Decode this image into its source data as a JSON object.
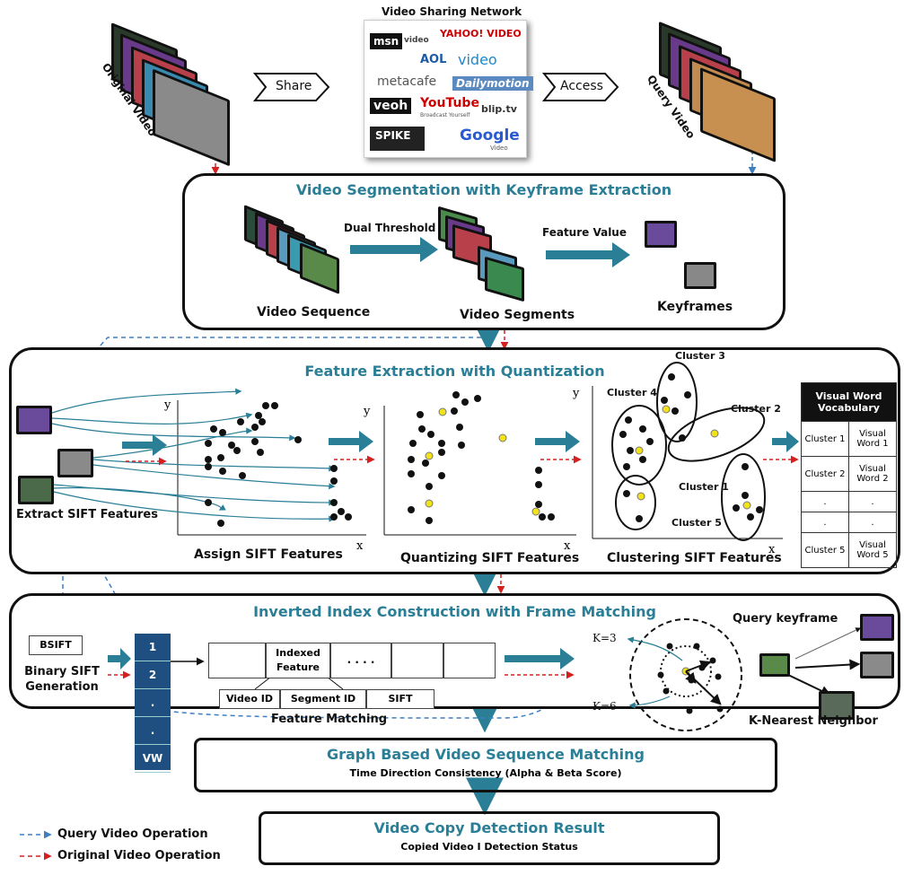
{
  "top": {
    "network_title": "Video Sharing Network",
    "share": "Share",
    "access": "Access",
    "original_video": "Original Video",
    "query_video": "Query Video",
    "brands": [
      "msn",
      "video",
      "YAHOO! VIDEO",
      "AOL",
      "video",
      "metacafe",
      "Dailymotion",
      "veoh",
      "YouTube",
      "Broadcast Yourself",
      "blip.tv",
      "SPIKE",
      "Google",
      "Video"
    ]
  },
  "seg": {
    "title": "Video Segmentation with Keyframe Extraction",
    "dual_threshold": "Dual Threshold",
    "feature_value": "Feature Value",
    "video_sequence": "Video Sequence",
    "video_segments": "Video Segments",
    "keyframes": "Keyframes"
  },
  "feat": {
    "title": "Feature Extraction with Quantization",
    "extract": "Extract SIFT Features",
    "assign": "Assign SIFT Features",
    "quantize": "Quantizing SIFT Features",
    "cluster": "Clustering SIFT Features",
    "y": "y",
    "x": "x",
    "clusters": [
      "Cluster 3",
      "Cluster 4",
      "Cluster 2",
      "Cluster 1",
      "Cluster 5"
    ],
    "vocab_header": "Visual Word Vocabulary",
    "vocab_rows": [
      [
        "Cluster 1",
        "Visual Word 1"
      ],
      [
        "Cluster 2",
        "Visual Word 2"
      ],
      [
        ".",
        "."
      ],
      [
        ".",
        "."
      ],
      [
        "Cluster 5",
        "Visual Word 5"
      ]
    ]
  },
  "index": {
    "title": "Inverted Index Construction with Frame Matching",
    "bsift": "BSIFT",
    "binary_gen": "Binary SIFT Generation",
    "vw_items": [
      "1",
      "2",
      ".",
      ".",
      "VW"
    ],
    "indexed_feature": "Indexed Feature",
    "dots": ". . . .",
    "video_id": "Video ID",
    "segment_id": "Segment ID",
    "sift": "SIFT",
    "feature_matching": "Feature Matching",
    "k3": "K=3",
    "k6": "K=6",
    "query_keyframe": "Query keyframe",
    "knn": "K-Nearest Neighbor"
  },
  "graph": {
    "title": "Graph Based Video Sequence Matching",
    "subtitle": "Time Direction Consistency (Alpha & Beta Score)"
  },
  "result": {
    "title": "Video Copy Detection Result",
    "subtitle": "Copied Video I Detection Status"
  },
  "legend": {
    "query_op": "Query Video Operation",
    "original_op": "Original Video Operation",
    "query_color": "#3f7fc0",
    "original_color": "#d62020"
  }
}
